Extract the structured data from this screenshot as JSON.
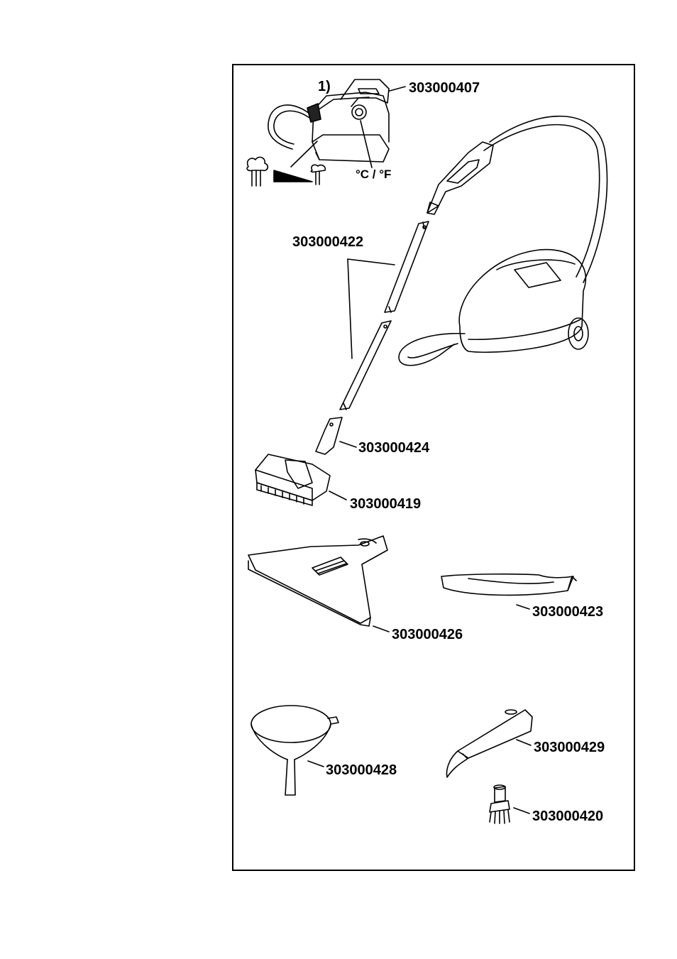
{
  "parts": {
    "iron_note": "1)",
    "iron": "303000407",
    "temp_unit": "°C / °F",
    "extension_tubes": "303000422",
    "adapter": "303000424",
    "floor_brush": "303000419",
    "window_nozzle": "303000426",
    "cloth_cover": "303000423",
    "funnel": "303000428",
    "detail_nozzle": "303000429",
    "round_brush": "303000420"
  }
}
